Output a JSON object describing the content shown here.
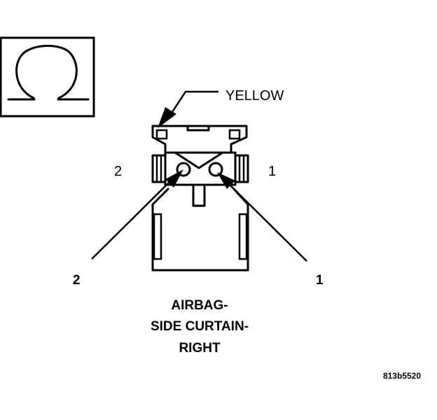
{
  "symbol": {
    "icon": "ohm-icon"
  },
  "wire_color": "YELLOW",
  "cavity_labels": {
    "inner_left": "2",
    "inner_right": "1",
    "outer_left": "2",
    "outer_right": "1"
  },
  "caption": {
    "line1": "AIRBAG-",
    "line2": "SIDE CURTAIN-",
    "line3": "RIGHT"
  },
  "figure_id": "813b5520"
}
